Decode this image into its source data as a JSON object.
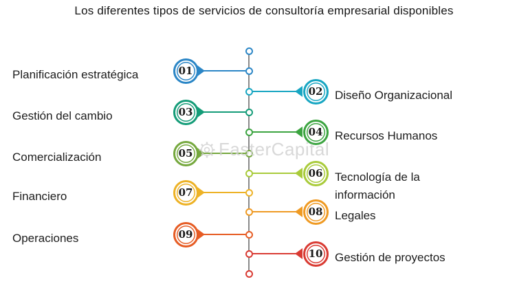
{
  "title": "Los diferentes tipos de servicios de consultoría empresarial disponibles",
  "watermark": {
    "text": "FasterCapital",
    "icon": "gear-icon",
    "color": "#cfcfcf"
  },
  "timeline": {
    "spine_color": "#8a8a8a",
    "terminal_top_color": "#2b86c6",
    "terminal_bottom_color": "#d93a32"
  },
  "items": [
    {
      "num": "01",
      "label": "Planificación estratégica",
      "side": "left",
      "color": "#2b86c6"
    },
    {
      "num": "02",
      "label": "Diseño Organizacional",
      "side": "right",
      "color": "#18a6c2"
    },
    {
      "num": "03",
      "label": "Gestión del cambio",
      "side": "left",
      "color": "#149c78"
    },
    {
      "num": "04",
      "label": "Recursos Humanos",
      "side": "right",
      "color": "#3ba440"
    },
    {
      "num": "05",
      "label": "Comercialización",
      "side": "left",
      "color": "#75a83d"
    },
    {
      "num": "06",
      "label": "Tecnología de la información",
      "side": "right",
      "color": "#a9cb3a"
    },
    {
      "num": "07",
      "label": "Financiero",
      "side": "left",
      "color": "#edb226"
    },
    {
      "num": "08",
      "label": "Legales",
      "side": "right",
      "color": "#ef9a23"
    },
    {
      "num": "09",
      "label": "Operaciones",
      "side": "left",
      "color": "#e65c24"
    },
    {
      "num": "10",
      "label": "Gestión de proyectos",
      "side": "right",
      "color": "#d93a32"
    }
  ]
}
